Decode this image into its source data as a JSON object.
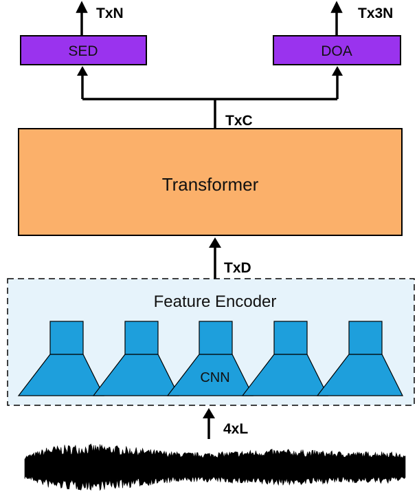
{
  "heads": {
    "sed": {
      "label": "SED",
      "output": "TxN"
    },
    "doa": {
      "label": "DOA",
      "output": "Tx3N"
    }
  },
  "transformer": {
    "label": "Transformer",
    "output": "TxC"
  },
  "encoder": {
    "title": "Feature Encoder",
    "output": "TxD",
    "cnn_label": "CNN"
  },
  "input": {
    "dims": "4xL"
  },
  "colors": {
    "head_fill": "#9a33ee",
    "transformer_fill": "#fbb06a",
    "encoder_bg": "#e6f3fb",
    "cnn_fill": "#1e9fdc",
    "stroke": "#000000"
  }
}
